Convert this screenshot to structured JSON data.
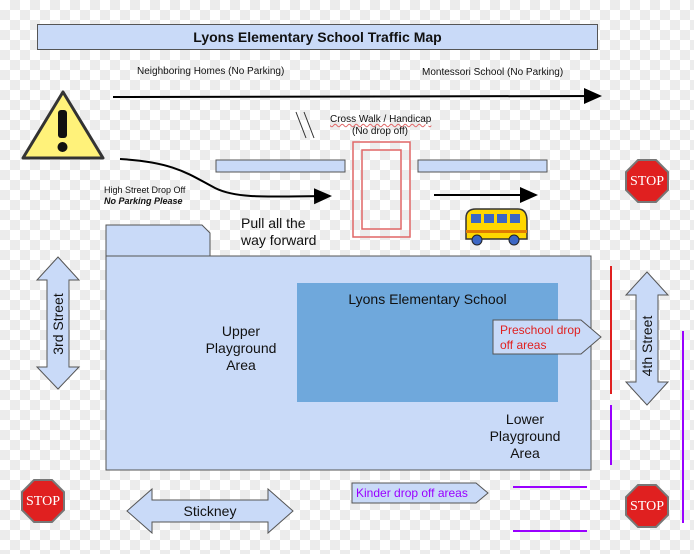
{
  "title": "Lyons Elementary School Traffic Map",
  "labels": {
    "neighboring_homes": "Neighboring Homes  (No Parking)",
    "montessori": "Montessori School (No Parking)",
    "crosswalk_line1": "Cross Walk / Handicap",
    "crosswalk_line2": "(No drop off)",
    "high_street": "High Street Drop Off",
    "no_parking": "No Parking Please",
    "pull_forward_1": "Pull all the",
    "pull_forward_2": "way forward",
    "school": "Lyons Elementary School",
    "upper_playground": "Upper Playground Area",
    "lower_playground": "Lower Playground Area",
    "preschool": "Preschool drop off areas",
    "third_street": "3rd Street",
    "fourth_street": "4th Street",
    "stickney": "Stickney",
    "kinder": "Kinder drop off areas",
    "stop": "STOP"
  },
  "colors": {
    "light_blue": "#c9daf8",
    "school_blue": "#6fa8dc",
    "warning_yellow": "#fff27a",
    "stop_red": "#e02020",
    "crosswalk_red": "#e06666",
    "purple": "#9900ff",
    "bus_yellow": "#ffd700"
  },
  "icons": [
    "warning-icon",
    "stop-sign-icon",
    "school-bus-icon"
  ]
}
